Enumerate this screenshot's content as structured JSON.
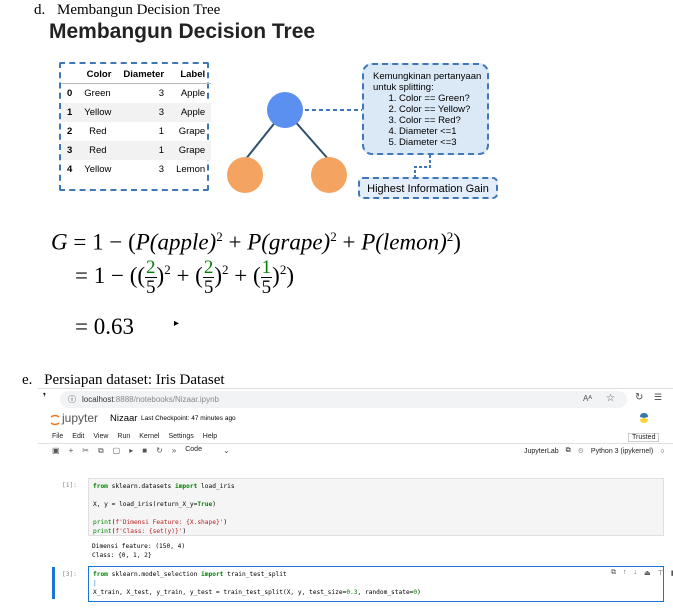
{
  "section_d": {
    "label": "d.",
    "text": "Membangun Decision Tree"
  },
  "slide_title": "Membangun Decision Tree",
  "table": {
    "headers": [
      "",
      "Color",
      "Diameter",
      "Label"
    ],
    "rows": [
      [
        "0",
        "Green",
        "3",
        "Apple"
      ],
      [
        "1",
        "Yellow",
        "3",
        "Apple"
      ],
      [
        "2",
        "Red",
        "1",
        "Grape"
      ],
      [
        "3",
        "Red",
        "1",
        "Grape"
      ],
      [
        "4",
        "Yellow",
        "3",
        "Lemon"
      ]
    ]
  },
  "callout": {
    "title1": "Kemungkinan pertanyaan",
    "title2": "untuk splitting:",
    "items": [
      "Color == Green?",
      "Color == Yellow?",
      "Color == Red?",
      "Diameter <=1",
      "Diameter <=3"
    ]
  },
  "highest_gain": "Highest Information Gain",
  "tree_colors": {
    "root": "#5b8ff0",
    "leaf": "#f4a460"
  },
  "formula": {
    "line1": {
      "G": "G",
      "eq": " = 1 − (",
      "p1": "P(apple)",
      "p2": "P(grape)",
      "p3": "P(lemon)",
      "sq": "2",
      "plus": " + ",
      "close": ")"
    },
    "line2": {
      "prefix": "= 1 − ((",
      "n1": "2",
      "n2": "2",
      "n3": "1",
      "d": "5",
      "sq": "2"
    },
    "line3": "= 0.63"
  },
  "section_e": {
    "label": "e.",
    "text": "Persiapan dataset: Iris Dataset"
  },
  "browser": {
    "url_host": "localhost",
    "url_path": ":8888/notebooks/Nizaar.ipynb",
    "reader_label": "Aᴬ"
  },
  "jupyter": {
    "logo": "jupyter",
    "notebook_name": "Nizaar",
    "checkpoint": "Last Checkpoint: 47 minutes ago",
    "trusted": "Trusted",
    "menu": [
      "File",
      "Edit",
      "View",
      "Run",
      "Kernel",
      "Settings",
      "Help"
    ],
    "cell_type": "Code",
    "jupyterlab": "JupyterLab",
    "kernel": "Python 3 (ipykernel)"
  },
  "cells": [
    {
      "prompt": "[1]:",
      "lines": [
        "from sklearn.datasets import load_iris",
        "",
        "X, y = load_iris(return_X_y=True)",
        "",
        "print(f'Dimensi Feature: {X.shape}')",
        "print(f'Class: {set(y)}')"
      ],
      "output": [
        "Dimensi feature: (150, 4)",
        "Class: {0, 1, 2}"
      ]
    },
    {
      "prompt": "[3]:",
      "lines": [
        "from sklearn.model_selection import train_test_split",
        "",
        "X_train, X_test, y_train, y_test = train_test_split(X, y, test_size=0.3, random_state=0)"
      ]
    }
  ]
}
